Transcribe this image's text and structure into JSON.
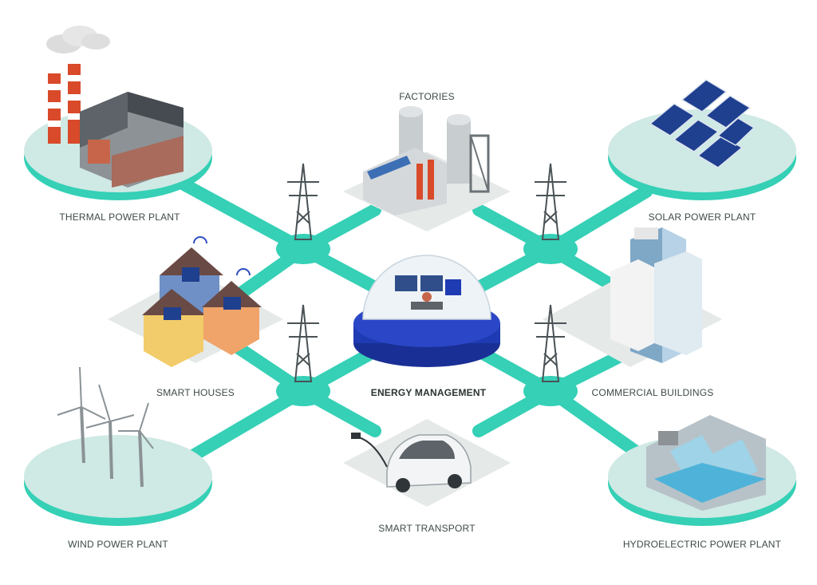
{
  "labels": {
    "factories": "FACTORIES",
    "thermal": "THERMAL POWER PLANT",
    "solar": "SOLAR POWER PLANT",
    "smart_houses": "SMART HOUSES",
    "energy_management": "ENERGY MANAGEMENT",
    "commercial": "COMMERCIAL BUILDINGS",
    "wind": "WIND POWER PLANT",
    "smart_transport": "SMART TRANSPORT",
    "hydro": "HYDROELECTRIC POWER PLANT"
  },
  "colors": {
    "connector": "#35d0b6",
    "platform": "#cfe9e4",
    "platform_edge": "#35d0b6",
    "tile": "#e5e9e8",
    "hub_blue": "#1f3bb3",
    "text": "#3e4a4a"
  }
}
